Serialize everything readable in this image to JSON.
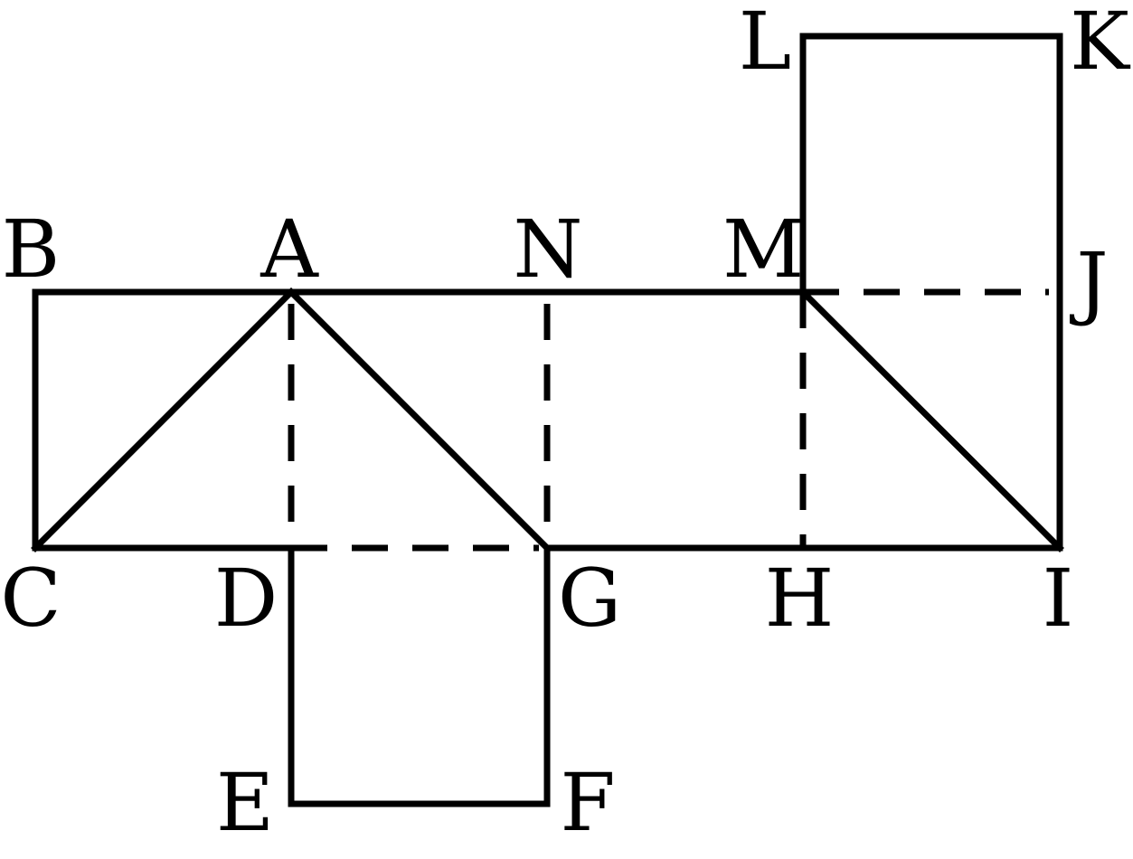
{
  "diagram": {
    "type": "net",
    "line_color": "#000000",
    "background": "#ffffff",
    "vertices": {
      "A": "A",
      "B": "B",
      "C": "C",
      "D": "D",
      "E": "E",
      "F": "F",
      "G": "G",
      "H": "H",
      "I": "I",
      "J": "J",
      "K": "K",
      "L": "L",
      "M": "M",
      "N": "N"
    },
    "solid_edges": [
      [
        "B",
        "M"
      ],
      [
        "B",
        "C"
      ],
      [
        "C",
        "D"
      ],
      [
        "G",
        "I"
      ],
      [
        "C",
        "A"
      ],
      [
        "A",
        "G"
      ],
      [
        "M",
        "I"
      ],
      [
        "I",
        "J"
      ],
      [
        "J",
        "K"
      ],
      [
        "K",
        "L"
      ],
      [
        "L",
        "M"
      ],
      [
        "D",
        "E"
      ],
      [
        "E",
        "F"
      ],
      [
        "F",
        "G"
      ]
    ],
    "dashed_edges": [
      [
        "A",
        "D"
      ],
      [
        "N",
        "G"
      ],
      [
        "M",
        "H"
      ],
      [
        "M",
        "J"
      ],
      [
        "D",
        "G"
      ]
    ]
  }
}
